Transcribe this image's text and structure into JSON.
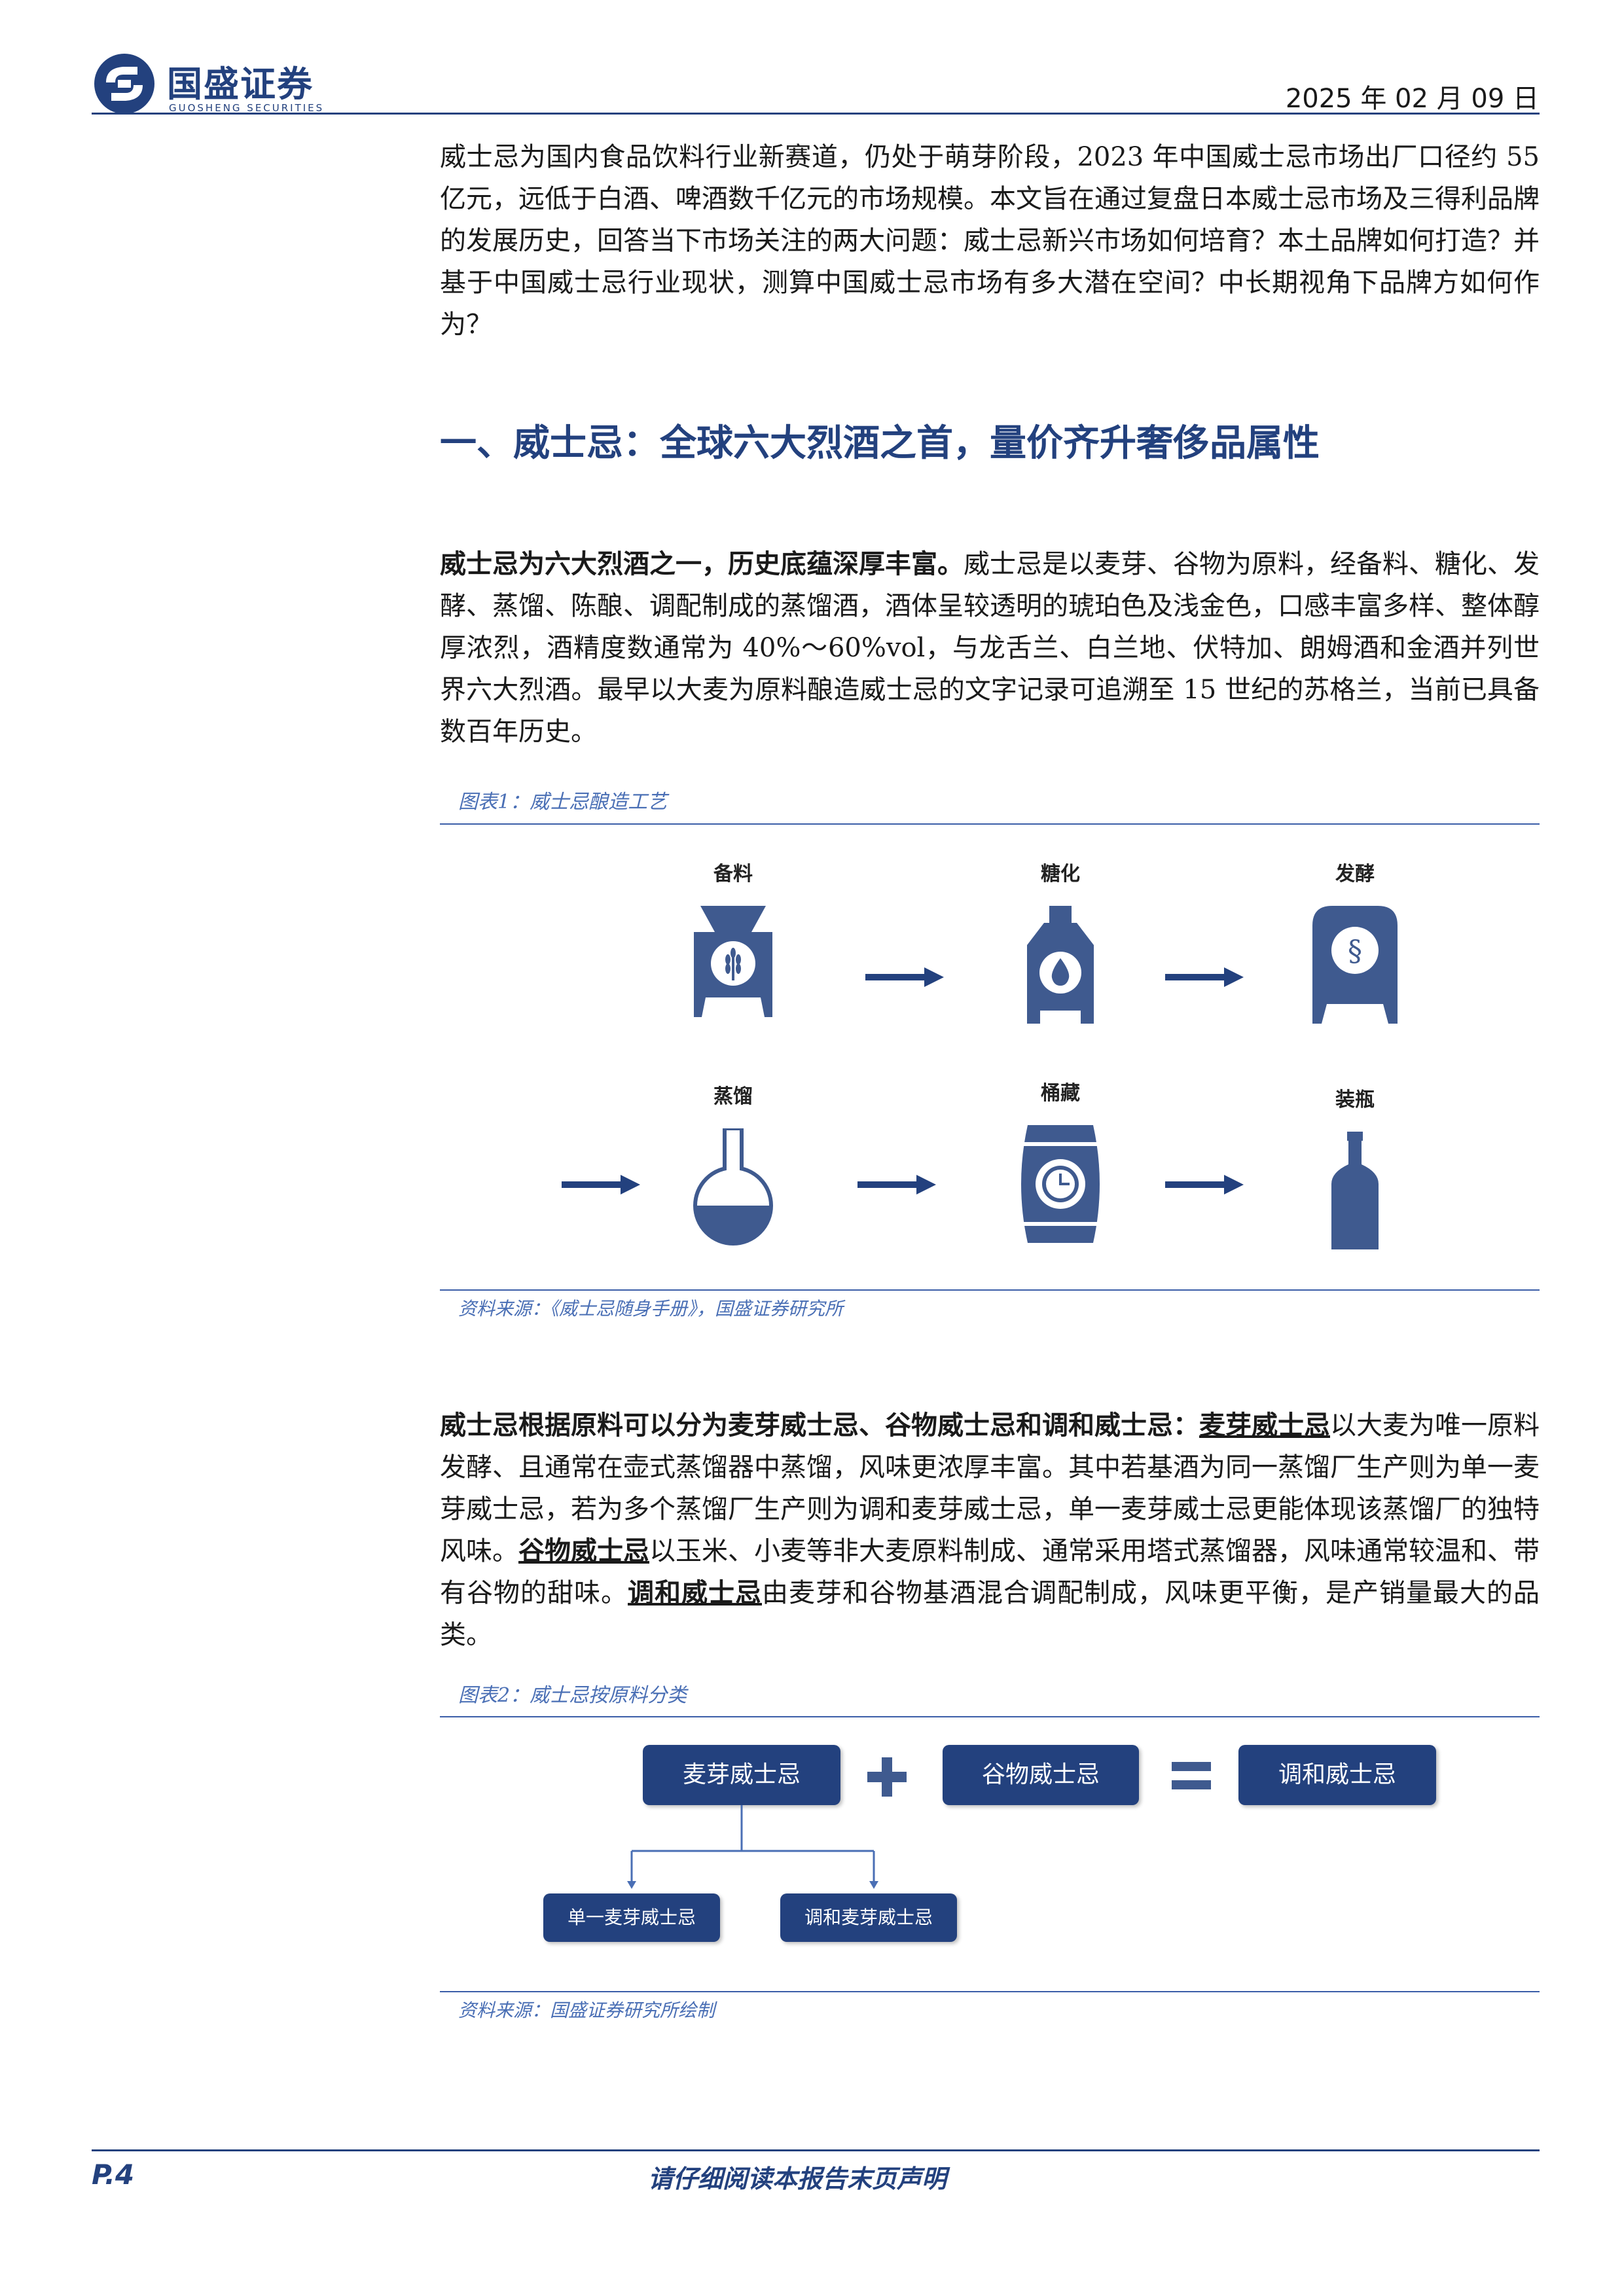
{
  "header": {
    "logo_cn": "国盛证券",
    "logo_en": "GUOSHENG SECURITIES",
    "date": "2025 年 02 月 09 日"
  },
  "intro": "威士忌为国内食品饮料行业新赛道，仍处于萌芽阶段，2023 年中国威士忌市场出厂口径约 55 亿元，远低于白酒、啤酒数千亿元的市场规模。本文旨在通过复盘日本威士忌市场及三得利品牌的发展历史，回答当下市场关注的两大问题：威士忌新兴市场如何培育？本土品牌如何打造？并基于中国威士忌行业现状，测算中国威士忌市场有多大潜在空间？中长期视角下品牌方如何作为？",
  "section_title": "一、威士忌：全球六大烈酒之首，量价齐升奢侈品属性",
  "para1": {
    "bold": "威士忌为六大烈酒之一，历史底蕴深厚丰富。",
    "text": "威士忌是以麦芽、谷物为原料，经备料、糖化、发酵、蒸馏、陈酿、调配制成的蒸馏酒，酒体呈较透明的琥珀色及浅金色，口感丰富多样、整体醇厚浓烈，酒精度数通常为 40%～60%vol，与龙舌兰、白兰地、伏特加、朗姆酒和金酒并列世界六大烈酒。最早以大麦为原料酿造威士忌的文字记录可追溯至 15 世纪的苏格兰，当前已具备数百年历史。"
  },
  "figure1": {
    "caption": "图表1：威士忌酿造工艺",
    "steps": [
      "备料",
      "糖化",
      "发酵",
      "蒸馏",
      "桶藏",
      "装瓶"
    ],
    "source": "资料来源：《威士忌随身手册》，国盛证券研究所"
  },
  "para2": {
    "bold": "威士忌根据原料可以分为麦芽威士忌、谷物威士忌和调和威士忌：",
    "u1": "麦芽威士忌",
    "t1": "以大麦为唯一原料发酵、且通常在壶式蒸馏器中蒸馏，风味更浓厚丰富。其中若基酒为同一蒸馏厂生产则为单一麦芽威士忌，若为多个蒸馏厂生产则为调和麦芽威士忌，单一麦芽威士忌更能体现该蒸馏厂的独特风味。",
    "u2": "谷物威士忌",
    "t2": "以玉米、小麦等非大麦原料制成、通常采用塔式蒸馏器，风味通常较温和、带有谷物的甜味。",
    "u3": "调和威士忌",
    "t3": "由麦芽和谷物基酒混合调配制成，风味更平衡，是产销量最大的品类。"
  },
  "figure2": {
    "caption": "图表2：威士忌按原料分类",
    "box_malt": "麦芽威士忌",
    "box_grain": "谷物威士忌",
    "box_blend": "调和威士忌",
    "box_single": "单一麦芽威士忌",
    "box_blended_malt": "调和麦芽威士忌",
    "source": "资料来源：国盛证券研究所绘制"
  },
  "footer": {
    "page": "P.4",
    "note": "请仔细阅读本报告末页声明"
  },
  "colors": {
    "brand": "#23417e",
    "icon": "#3f5a8f",
    "caption": "#4a6fb5"
  }
}
